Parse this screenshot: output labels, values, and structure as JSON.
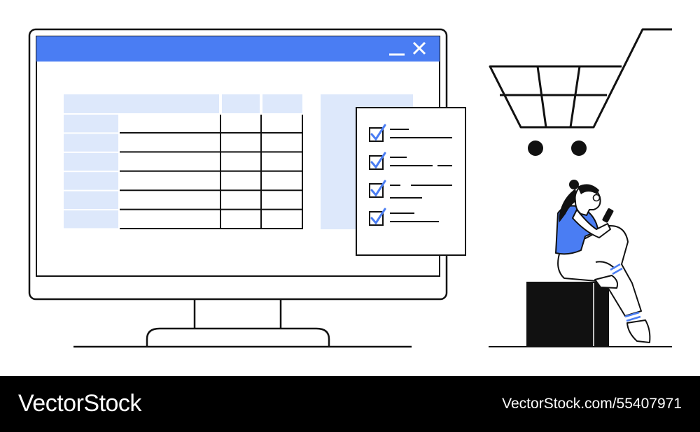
{
  "colors": {
    "accent": "#4a7df3",
    "light_fill": "#dde8fb",
    "ink": "#111111",
    "footer_bg": "#000000",
    "footer_text": "#ffffff"
  },
  "icons": {
    "minimize": "minimize-icon",
    "close": "close-icon",
    "checkbox": "checkbox-checked-icon",
    "cart": "shopping-cart-icon",
    "phone": "smartphone-icon"
  },
  "checklist": {
    "items": [
      {
        "checked": true
      },
      {
        "checked": true
      },
      {
        "checked": true
      },
      {
        "checked": true
      }
    ]
  },
  "table": {
    "rows": 6,
    "columns": 3
  },
  "footer": {
    "brand": "VectorStock",
    "ref": "VectorStock.com/55407971"
  }
}
